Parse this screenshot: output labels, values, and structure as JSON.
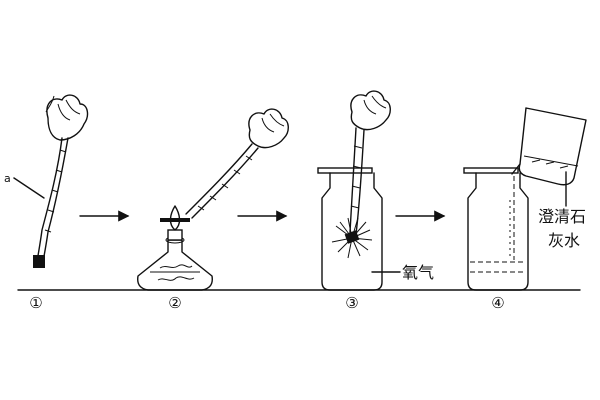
{
  "diagram": {
    "steps": [
      {
        "label": "①"
      },
      {
        "label": "②"
      },
      {
        "label": "③"
      },
      {
        "label": "④"
      }
    ],
    "annotations": {
      "a": "a",
      "oxygen": "氧气",
      "limewater_line1": "澄清石",
      "limewater_line2": "灰水"
    }
  }
}
